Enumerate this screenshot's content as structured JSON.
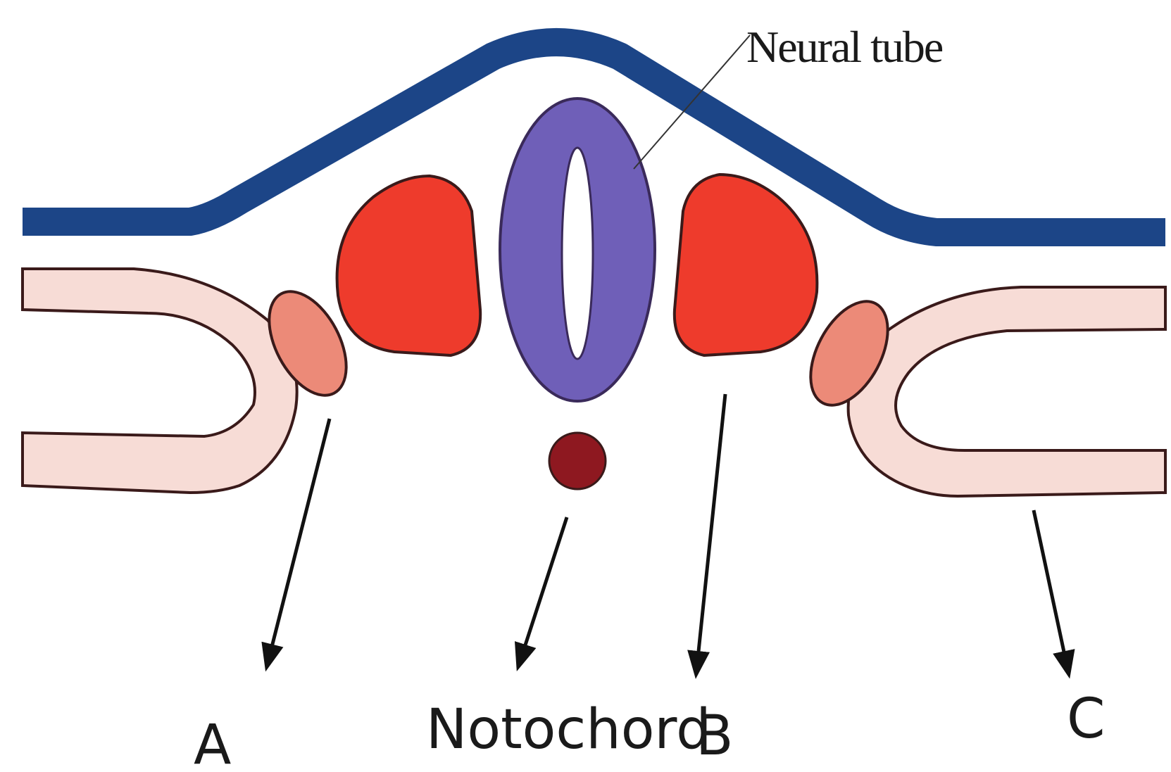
{
  "labels": {
    "neural_tube": "Neural tube",
    "notochord": "Notochord",
    "a": "A",
    "b": "B",
    "c": "C"
  },
  "colors": {
    "background": "#ffffff",
    "ectoderm": "#1c4587",
    "neural_tube": "#6f5fb8",
    "somite": "#ee3b2c",
    "intermediate_mesoderm": "#ec8a78",
    "lateral_plate": "#f7dcd6",
    "notochord": "#8e1820",
    "outline": "#3a1a1a",
    "arrow": "#111111"
  }
}
